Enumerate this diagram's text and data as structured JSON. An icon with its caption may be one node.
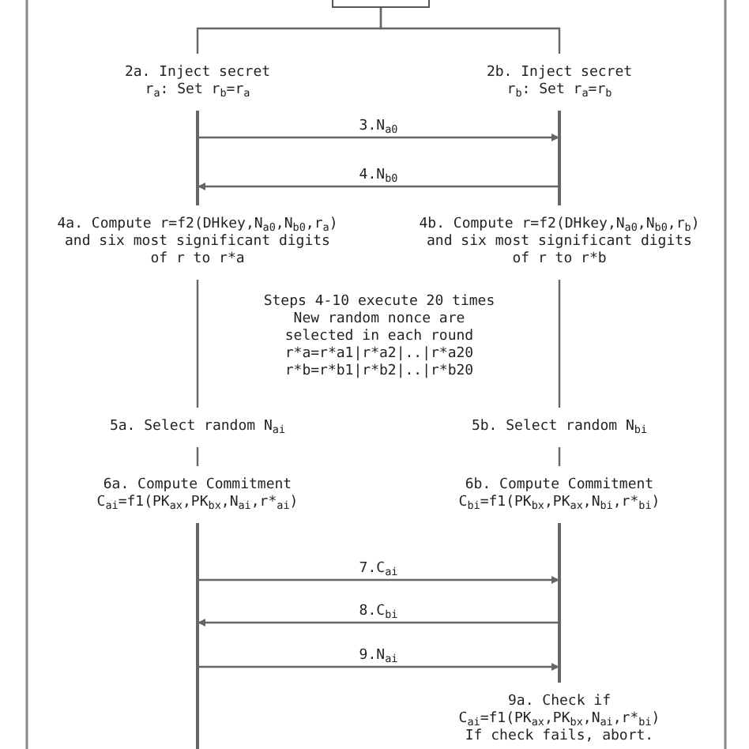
{
  "diagram": {
    "nodes": [
      {
        "text": [],
        "shape": "box"
      },
      {
        "text": [
          "2a. Inject secret r$_{a}$: Set r$_{b}$=r$_{a}$"
        ]
      },
      {
        "text": [
          "2b. Inject secret r$_{b}$: Set r$_{a}$=r$_{b}$"
        ]
      },
      {
        "text": [
          "4a. Compute r=f2(DHkey,N$_{a0}$,N$_{b0}$,r$_{a}$) and six most significant digits of r to r*a"
        ]
      },
      {
        "text": [
          "4b. Compute r=f2(DHkey,N$_{a0}$,N$_{b0}$,r$_{b}$) and six most significant digits of r to r*b"
        ]
      },
      {
        "text": [
          "5a. Select random N$_{ai}$"
        ]
      },
      {
        "text": [
          "5b. Select random N$_{bi}$"
        ]
      },
      {
        "text": [
          "6a. Compute Commitment C$_{ai}$=f1(PK$_{ax}$,PK$_{bx}$,N$_{ai}$,r*$_{ai}$)"
        ]
      },
      {
        "text": [
          "6b. Compute Commitment C$_{bi}$=f1(PK$_{bx}$,PK$_{ax}$,N$_{bi}$,r*$_{bi}$)"
        ]
      },
      {
        "text": [
          "9a. Check if C$_{ai}$=f1(PK$_{ax}$,PK$_{bx}$,N$_{ai}$,r*$_{bi}$) If check fails, abort."
        ]
      },
      {
        "text": [],
        "shape": "bar"
      },
      {
        "text": [],
        "shape": "bar"
      },
      {
        "text": [],
        "shape": "bar"
      },
      {
        "text": [],
        "shape": "bar"
      }
    ],
    "edges": [
      {
        "from": 0,
        "to": 1,
        "arrow": "none"
      },
      {
        "from": 0,
        "to": 2,
        "arrow": "none"
      },
      {
        "from": 10,
        "to": 11,
        "arrow": "to",
        "label": "3.N$_{a0}$"
      },
      {
        "from": 11,
        "to": 10,
        "arrow": "to",
        "label": "4.N$_{b0}$"
      },
      {
        "from": 3,
        "to": 5,
        "arrow": "none"
      },
      {
        "from": 4,
        "to": 6,
        "arrow": "none"
      },
      {
        "from": 5,
        "to": 7,
        "arrow": "none"
      },
      {
        "from": 6,
        "to": 8,
        "arrow": "none"
      },
      {
        "from": 12,
        "to": 13,
        "arrow": "to",
        "label": "7.C$_{ai}$"
      },
      {
        "from": 13,
        "to": 12,
        "arrow": "to",
        "label": "8.C$_{bi}$"
      },
      {
        "from": 12,
        "to": 13,
        "arrow": "to",
        "label": "9.N$_{ai}$"
      }
    ],
    "labels": [
      "Steps 4-10 execute 20 times New random nonce are selected in each round r*a=r*a1|r*a2|..|r*a20 r*b=r*b1|r*b2|..|r*b20"
    ]
  }
}
